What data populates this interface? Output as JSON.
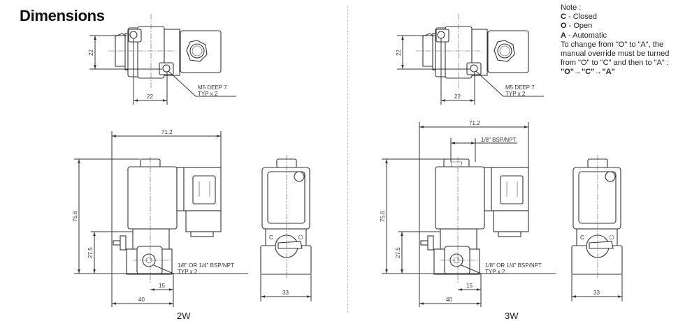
{
  "title": "Dimensions",
  "note": {
    "heading": "Note :",
    "items": [
      {
        "key": "C",
        "text": " - Closed"
      },
      {
        "key": "O",
        "text": " - Open"
      },
      {
        "key": "A",
        "text": " - Automatic"
      }
    ],
    "instruction": "To change from \"O\" to \"A\", the manual override must be turned from \"O\" to \"C\" and then to \"A\" :",
    "sequence": "\"O\"→\"C\"→\"A\""
  },
  "views": [
    {
      "label": "2W",
      "top_dim_h": "22",
      "top_dim_w": "22",
      "mount_note_1": "M5 DEEP 7",
      "mount_note_2": "TYP x 2",
      "overall_width": "71.2",
      "overall_height": "75.6",
      "port_height": "27.5",
      "port_offset": "15",
      "body_length": "40",
      "side_width": "33",
      "port_note_1": "1/8\" OR 1/4\" BSP/NPT",
      "port_note_2": "TYP x 2",
      "override_mark": "C"
    },
    {
      "label": "3W",
      "top_dim_h": "22",
      "top_dim_w": "22",
      "mount_note_1": "M5 DEEP 7",
      "mount_note_2": "TYP x 2",
      "overall_width": "71.2",
      "overall_height": "75.6",
      "port_height": "27.5",
      "port_offset": "15",
      "body_length": "40",
      "side_width": "33",
      "port_note_1": "1/8\" OR 1/4\" BSP/NPT",
      "port_note_2": "TYP x 2",
      "override_mark": "C",
      "exhaust_port": "1/8\" BSP/NPT"
    }
  ]
}
